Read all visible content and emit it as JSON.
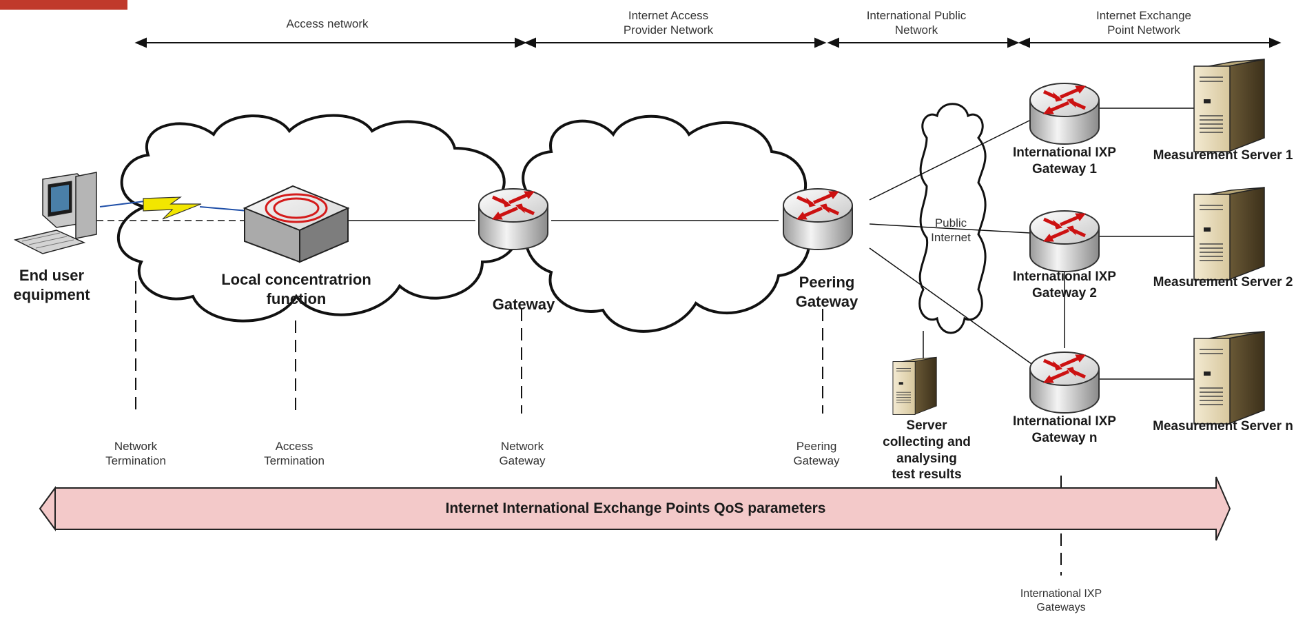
{
  "segments": {
    "access_network": "Access network",
    "iap_network_line1": "Internet Access",
    "iap_network_line2": "Provider Network",
    "intl_public_line1": "International Public",
    "intl_public_line2": "Network",
    "ixp_network_line1": "Internet Exchange",
    "ixp_network_line2": "Point Network"
  },
  "nodes": {
    "end_user_line1": "End user",
    "end_user_line2": "equipment",
    "local_conc_line1": "Local concentratrion",
    "local_conc_line2": "function",
    "gateway": "Gateway",
    "peering_line1": "Peering",
    "peering_line2": "Gateway",
    "public_internet_line1": "Public",
    "public_internet_line2": "Internet",
    "ixp1_line1": "International IXP",
    "ixp1_line2": "Gateway 1",
    "ixp2_line1": "International IXP",
    "ixp2_line2": "Gateway 2",
    "ixpn_line1": "International IXP",
    "ixpn_line2": "Gateway n",
    "ms1": "Measurement Server 1",
    "ms2": "Measurement Server 2",
    "msn": "Measurement Server n",
    "collector_line1": "Server",
    "collector_line2": "collecting and",
    "collector_line3": "analysing",
    "collector_line4": "test results"
  },
  "termination_points": {
    "nt_line1": "Network",
    "nt_line2": "Termination",
    "at_line1": "Access",
    "at_line2": "Termination",
    "ng_line1": "Network",
    "ng_line2": "Gateway",
    "pg_line1": "Peering",
    "pg_line2": "Gateway",
    "ixpg_line1": "International IXP",
    "ixpg_line2": "Gateways"
  },
  "banner": "Internet International Exchange Points QoS parameters",
  "colors": {
    "accent_tab": "#c0392b",
    "banner_fill": "#f3c9c9",
    "router_arrows": "#cc1111",
    "server_body": "#e8dcc0"
  },
  "icons": [
    "pc-icon",
    "concentrator-icon",
    "router-icon",
    "server-icon",
    "cloud-icon",
    "lightning-icon"
  ]
}
